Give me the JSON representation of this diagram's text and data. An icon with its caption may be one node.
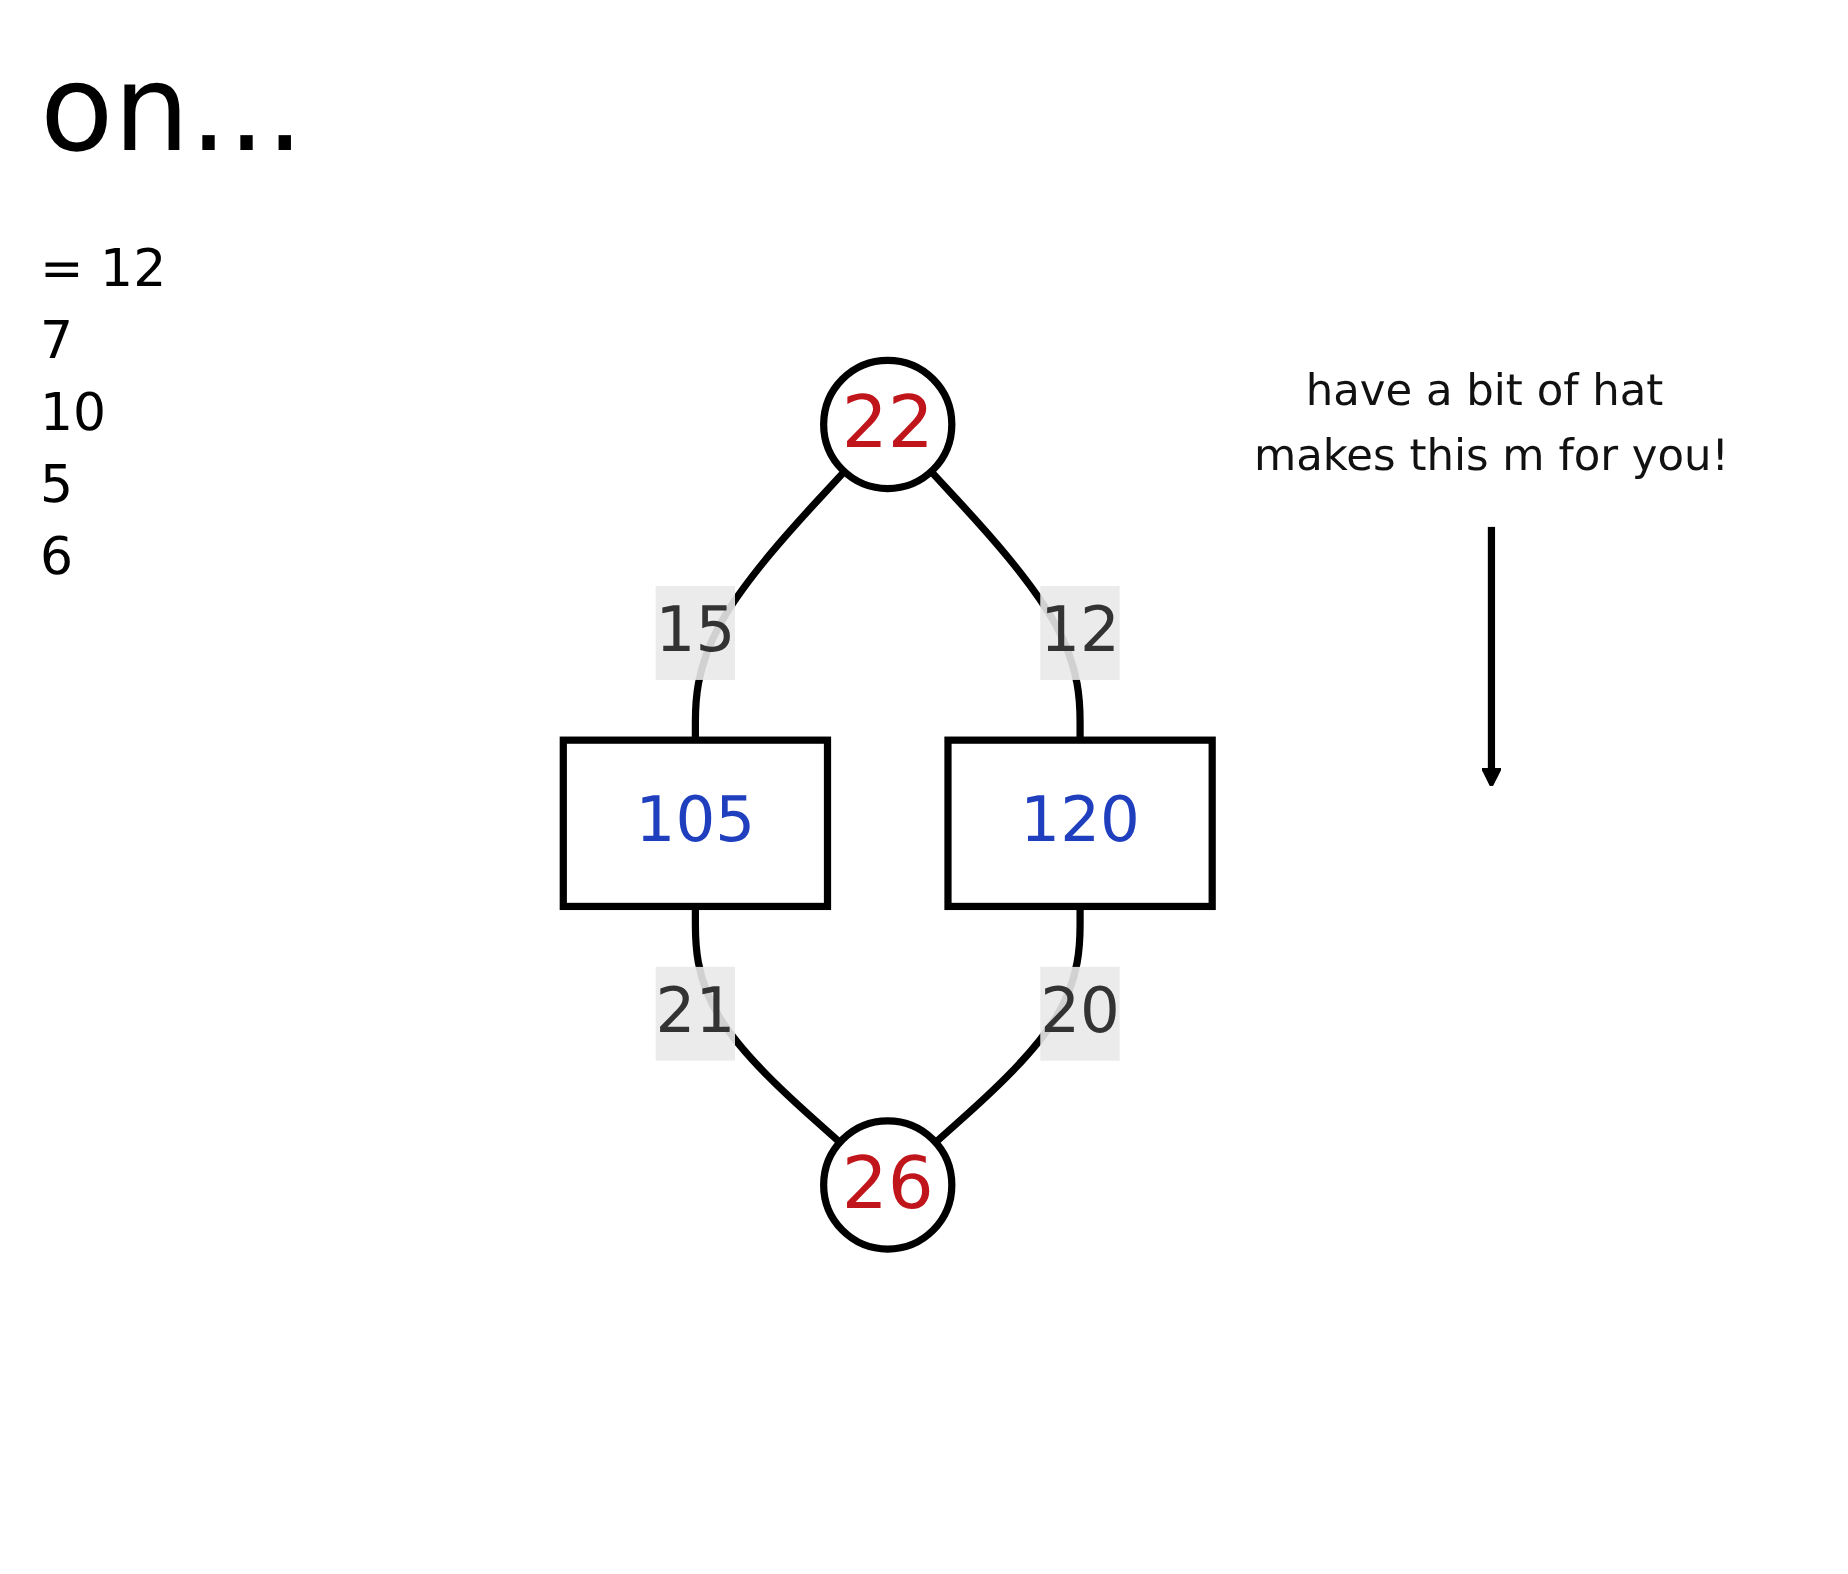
{
  "diagram": {
    "title": "on...",
    "nodes": [
      {
        "text": [
          "22"
        ]
      },
      {
        "text": [
          "105"
        ]
      },
      {
        "text": [
          "120"
        ]
      },
      {
        "text": [
          "26"
        ]
      },
      {
        "text": [
          "have a bit of hat makes this m for you!"
        ]
      }
    ],
    "edges": [
      {
        "from": 0,
        "to": 1,
        "arrow": "none",
        "label": "15"
      },
      {
        "from": 0,
        "to": 2,
        "arrow": "none",
        "label": "12"
      },
      {
        "from": 1,
        "to": 3,
        "arrow": "none",
        "label": "21"
      },
      {
        "from": 2,
        "to": 3,
        "arrow": "none",
        "label": "20"
      },
      {
        "from": 4,
        "to": null,
        "arrow": "to"
      }
    ],
    "labels": [
      "= 12",
      "7",
      "10",
      "5",
      "6"
    ]
  }
}
